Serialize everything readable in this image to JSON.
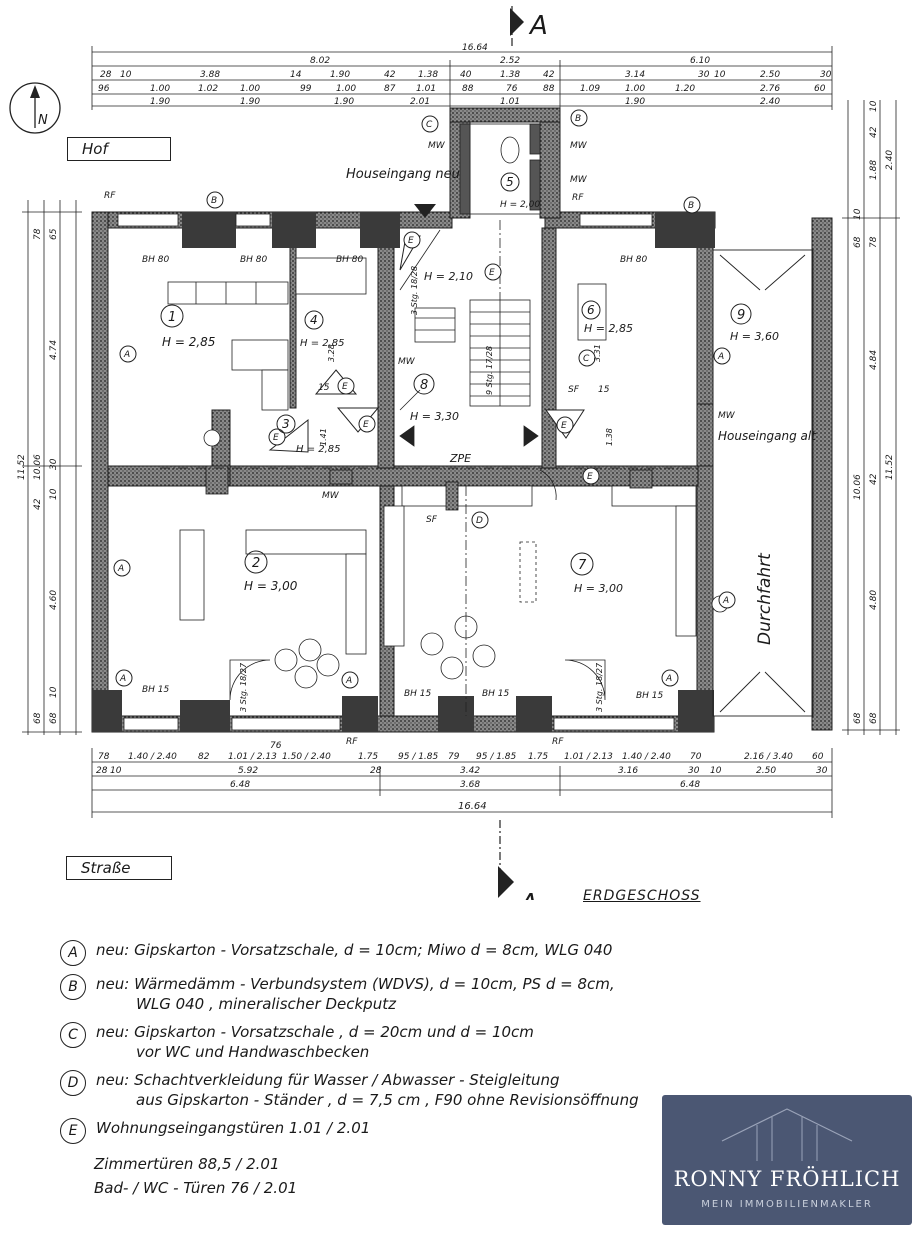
{
  "plan": {
    "title": "ERDGESCHOSS",
    "hof_label": "Hof",
    "strasse_label": "Straße",
    "north_label": "N",
    "section_marker": "A",
    "entrance_new": "Houseingang neu",
    "entrance_old": "Houseingang alt",
    "driveway": "Durchfahrt",
    "zpe": "ZPE",
    "overall_width": "16.64",
    "top_dims": {
      "row1": [
        "8.02",
        "2.52",
        "6.10"
      ],
      "row2": [
        "28",
        "10",
        "3.88",
        "14",
        "1.90",
        "42",
        "1.38",
        "40",
        "1.38",
        "42",
        "3.14",
        "30",
        "10",
        "2.50",
        "30"
      ],
      "row3": [
        "96",
        "1.00",
        "1.02",
        "1.00",
        "99",
        "1.00",
        "87",
        "1.01",
        "88",
        "76",
        "88",
        "1.09",
        "1.00",
        "1.20",
        "2.76",
        "60"
      ],
      "row4": [
        "1.90",
        "1.90",
        "1.90",
        "2.01",
        "1.01",
        "1.90",
        "2.40"
      ]
    },
    "bottom_dims": {
      "row1": [
        "78",
        "1.40 / 2.40",
        "82",
        "1.01 / 2.13",
        "76",
        "1.50 / 2.40",
        "1.75",
        "95 / 1.85",
        "79",
        "95 / 1.85",
        "1.75",
        "1.01 / 2.13",
        "1.40 / 2.40",
        "70",
        "2.16 / 3.40",
        "60"
      ],
      "row2": [
        "28",
        "10",
        "5.92",
        "28",
        "3.42",
        "3.16",
        "30",
        "10",
        "2.50",
        "30"
      ],
      "row3": [
        "6.48",
        "3.68",
        "6.48"
      ],
      "row4": [
        "16.64"
      ]
    },
    "left_dims": [
      "78",
      "65",
      "4.74",
      "11.52",
      "10.06",
      "30",
      "10",
      "42",
      "4.60",
      "10",
      "68",
      "68"
    ],
    "right_dims": [
      "10",
      "42",
      "1.88",
      "2.40",
      "10",
      "68",
      "78",
      "4.84",
      "10.06",
      "11.52",
      "42",
      "4.80",
      "68",
      "68"
    ],
    "rooms": [
      {
        "num": "1",
        "height": "H = 2,85"
      },
      {
        "num": "2",
        "height": "H = 3,00"
      },
      {
        "num": "3",
        "height": "H = 2,85"
      },
      {
        "num": "4",
        "height": "H = 2,85"
      },
      {
        "num": "5",
        "height": "H = 2,00"
      },
      {
        "num": "6",
        "height": "H = 2,85"
      },
      {
        "num": "7",
        "height": "H = 3,00"
      },
      {
        "num": "8",
        "height": "H = 3,30"
      },
      {
        "num": "9",
        "height": "H = 3,60"
      }
    ],
    "stair_hall_height": "H = 2,10",
    "markers": {
      "bh80": "BH 80",
      "bh15": "BH 15",
      "mw": "MW",
      "rf": "RF",
      "sf": "SF",
      "stair_top": "3 Stg. 18/28",
      "stair_lower": "9 Stg. 17/28",
      "stair_right": "3 Stg. 18/27",
      "d_328": "3.28",
      "d_331": "3.31",
      "d_141": "1.41",
      "d_138": "1.38",
      "d_15": "15"
    }
  },
  "legend": [
    {
      "key": "A",
      "lines": [
        "neu: Gipskarton - Vorsatzschale, d = 10cm; Miwo d = 8cm, WLG 040"
      ]
    },
    {
      "key": "B",
      "lines": [
        "neu: Wärmedämm - Verbundsystem (WDVS), d = 10cm, PS d = 8cm,",
        "WLG 040 , mineralischer Deckputz"
      ]
    },
    {
      "key": "C",
      "lines": [
        "neu: Gipskarton - Vorsatzschale , d = 20cm und d = 10cm",
        "vor WC und Handwaschbecken"
      ]
    },
    {
      "key": "D",
      "lines": [
        "neu: Schachtverkleidung für Wasser / Abwasser - Steigleitung",
        "aus Gipskarton - Ständer , d = 7,5 cm , F90 ohne Revisionsöffnung"
      ]
    },
    {
      "key": "E",
      "lines": [
        "Wohnungseingangstüren  1.01 / 2.01"
      ]
    }
  ],
  "doors": [
    "Zimmertüren  88,5 / 2.01",
    "Bad- / WC - Türen  76 / 2.01"
  ],
  "brand": {
    "name": "RONNY FRÖHLICH",
    "tagline": "MEIN IMMOBILIENMAKLER"
  },
  "colors": {
    "ink": "#1a1a1a",
    "wall_fill": "#6a6a6a",
    "brand_bg": "#4b5773"
  }
}
